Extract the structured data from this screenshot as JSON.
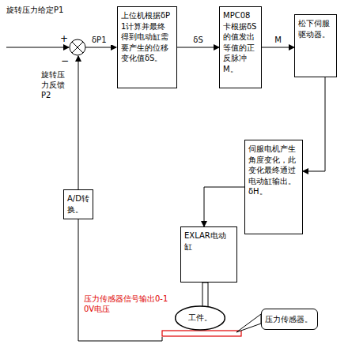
{
  "diagram": {
    "nodes": [
      {
        "text": [
          "上位机根据δP1计算并最终得到电动缸需要产生的位移变化值δS。"
        ]
      },
      {
        "text": [
          "MPC08卡根据δS的值发出等值的正反脉冲M。"
        ]
      },
      {
        "text": [
          "松下伺服驱动器。"
        ]
      },
      {
        "text": [
          "伺服电机产生角度变化，此变化最终通过电动缸输出。δH。"
        ]
      },
      {
        "text": [
          "EXLAR电动缸"
        ]
      },
      {
        "text": [
          "工件。"
        ]
      },
      {
        "text": [
          "压力传感器。"
        ]
      },
      {
        "text": [
          "A/D转换。"
        ]
      }
    ],
    "edges": [
      {
        "from": 0,
        "to": 1,
        "arrow": "to",
        "label": "δS"
      },
      {
        "from": 1,
        "to": 2,
        "arrow": "to",
        "label": "M"
      },
      {
        "from": 2,
        "to": 3,
        "arrow": "to"
      },
      {
        "from": 3,
        "to": 4,
        "arrow": "to"
      }
    ],
    "labels": [
      "旋转压力给定P1",
      "+",
      "−",
      "δP1",
      "旋转压力反馈P2",
      "压力传感器信号输出0-10V电压"
    ]
  }
}
